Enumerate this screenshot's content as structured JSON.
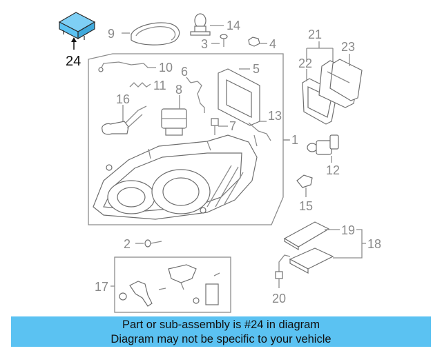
{
  "diagram": {
    "highlight_color": "#5bc2f2",
    "highlighted_part": "24",
    "callouts": {
      "c1": "1",
      "c2": "2",
      "c3": "3",
      "c4": "4",
      "c5": "5",
      "c6": "6",
      "c7": "7",
      "c8": "8",
      "c9": "9",
      "c10": "10",
      "c11": "11",
      "c12": "12",
      "c13": "13",
      "c14": "14",
      "c15": "15",
      "c16": "16",
      "c17": "17",
      "c18": "18",
      "c19": "19",
      "c20": "20",
      "c21": "21",
      "c22": "22",
      "c23": "23",
      "c24": "24"
    }
  },
  "banner": {
    "line1": "Part or sub-assembly is #24 in diagram",
    "line2": "Diagram may not be specific to your vehicle",
    "background": "#5bc2f2"
  }
}
